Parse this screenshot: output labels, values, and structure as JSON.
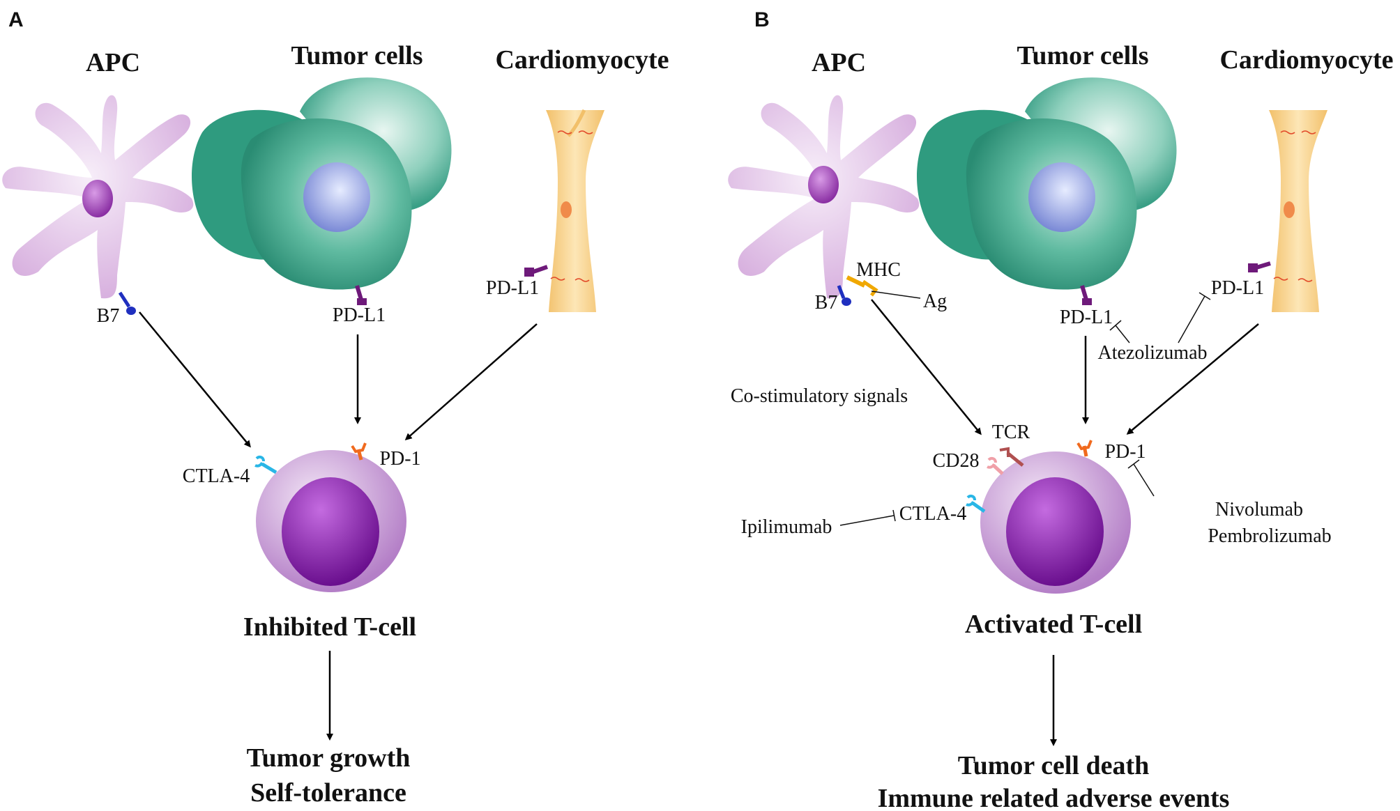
{
  "panels": {
    "A": {
      "letter": "A",
      "cells": {
        "apc": "APC",
        "tumor": "Tumor cells",
        "cardio": "Cardiomyocyte"
      },
      "labels": {
        "b7": "B7",
        "pdl1_tumor": "PD-L1",
        "pdl1_cardio": "PD-L1",
        "ctla4": "CTLA-4",
        "pd1": "PD-1"
      },
      "tcell_title": "Inhibited T-cell",
      "outcome": [
        "Tumor growth",
        "Self-tolerance"
      ]
    },
    "B": {
      "letter": "B",
      "cells": {
        "apc": "APC",
        "tumor": "Tumor cells",
        "cardio": "Cardiomyocyte"
      },
      "labels": {
        "mhc": "MHC",
        "ag": "Ag",
        "b7": "B7",
        "pdl1_tumor": "PD-L1",
        "pdl1_cardio": "PD-L1",
        "costim": "Co-stimulatory signals",
        "tcr": "TCR",
        "cd28": "CD28",
        "pd1": "PD-1",
        "ctla4": "CTLA-4"
      },
      "drugs": {
        "atezolizumab": "Atezolizumab",
        "ipilimumab": "Ipilimumab",
        "nivolumab": "Nivolumab",
        "pembrolizumab": "Pembrolizumab"
      },
      "tcell_title": "Activated T-cell",
      "outcome": [
        "Tumor cell death",
        "Immune related adverse events"
      ]
    }
  },
  "colors": {
    "apc": "#d9b3e0",
    "apc_nucleus": "#9a3fb0",
    "tumor_outer": "#3aa58b",
    "tumor_nucleus": "#8e9ee0",
    "cardio": "#f5c777",
    "tcell": "#c08ad1",
    "tcell_nucleus": "#7a1a9c",
    "b7": "#1f2fbf",
    "pdl1": "#6e1a7a",
    "ctla4": "#29b6e6",
    "pd1": "#f06a1e",
    "cd28": "#f0a0a8",
    "tcr": "#b05050",
    "mhc": "#f0a800"
  }
}
